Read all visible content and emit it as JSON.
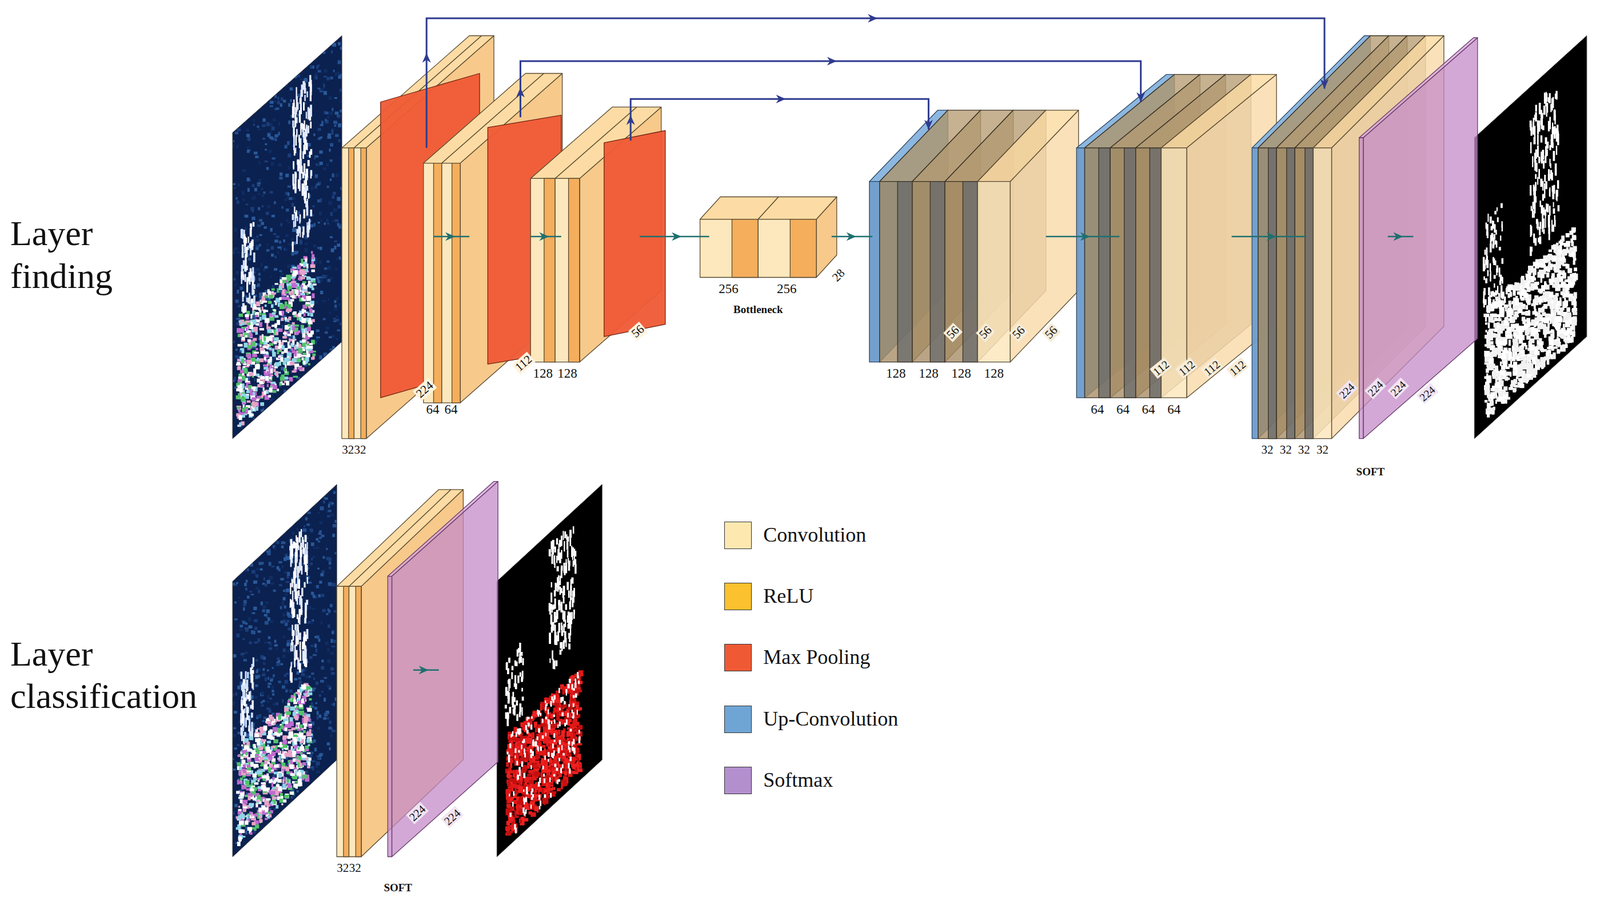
{
  "diagram": {
    "labels": [
      "Layer finding",
      "32",
      "32",
      "224",
      "64",
      "64",
      "112",
      "128",
      "128",
      "56",
      "256",
      "256",
      "28",
      "Bottleneck",
      "128",
      "128",
      "128",
      "128",
      "56",
      "56",
      "56",
      "56",
      "64",
      "64",
      "64",
      "64",
      "112",
      "112",
      "112",
      "112",
      "32",
      "32",
      "32",
      "32",
      "224",
      "224",
      "224",
      "224",
      "SOFT",
      "Layer classification",
      "32",
      "32",
      "224",
      "224",
      "SOFT"
    ],
    "legend": [
      {
        "text": "Convolution",
        "color": "#fde9b0"
      },
      {
        "text": "ReLU",
        "color": "#fbc12e"
      },
      {
        "text": "Max Pooling",
        "color": "#ef5a35"
      },
      {
        "text": "Up-Convolution",
        "color": "#6fa5d5"
      },
      {
        "text": "Softmax",
        "color": "#b48fce"
      }
    ]
  }
}
